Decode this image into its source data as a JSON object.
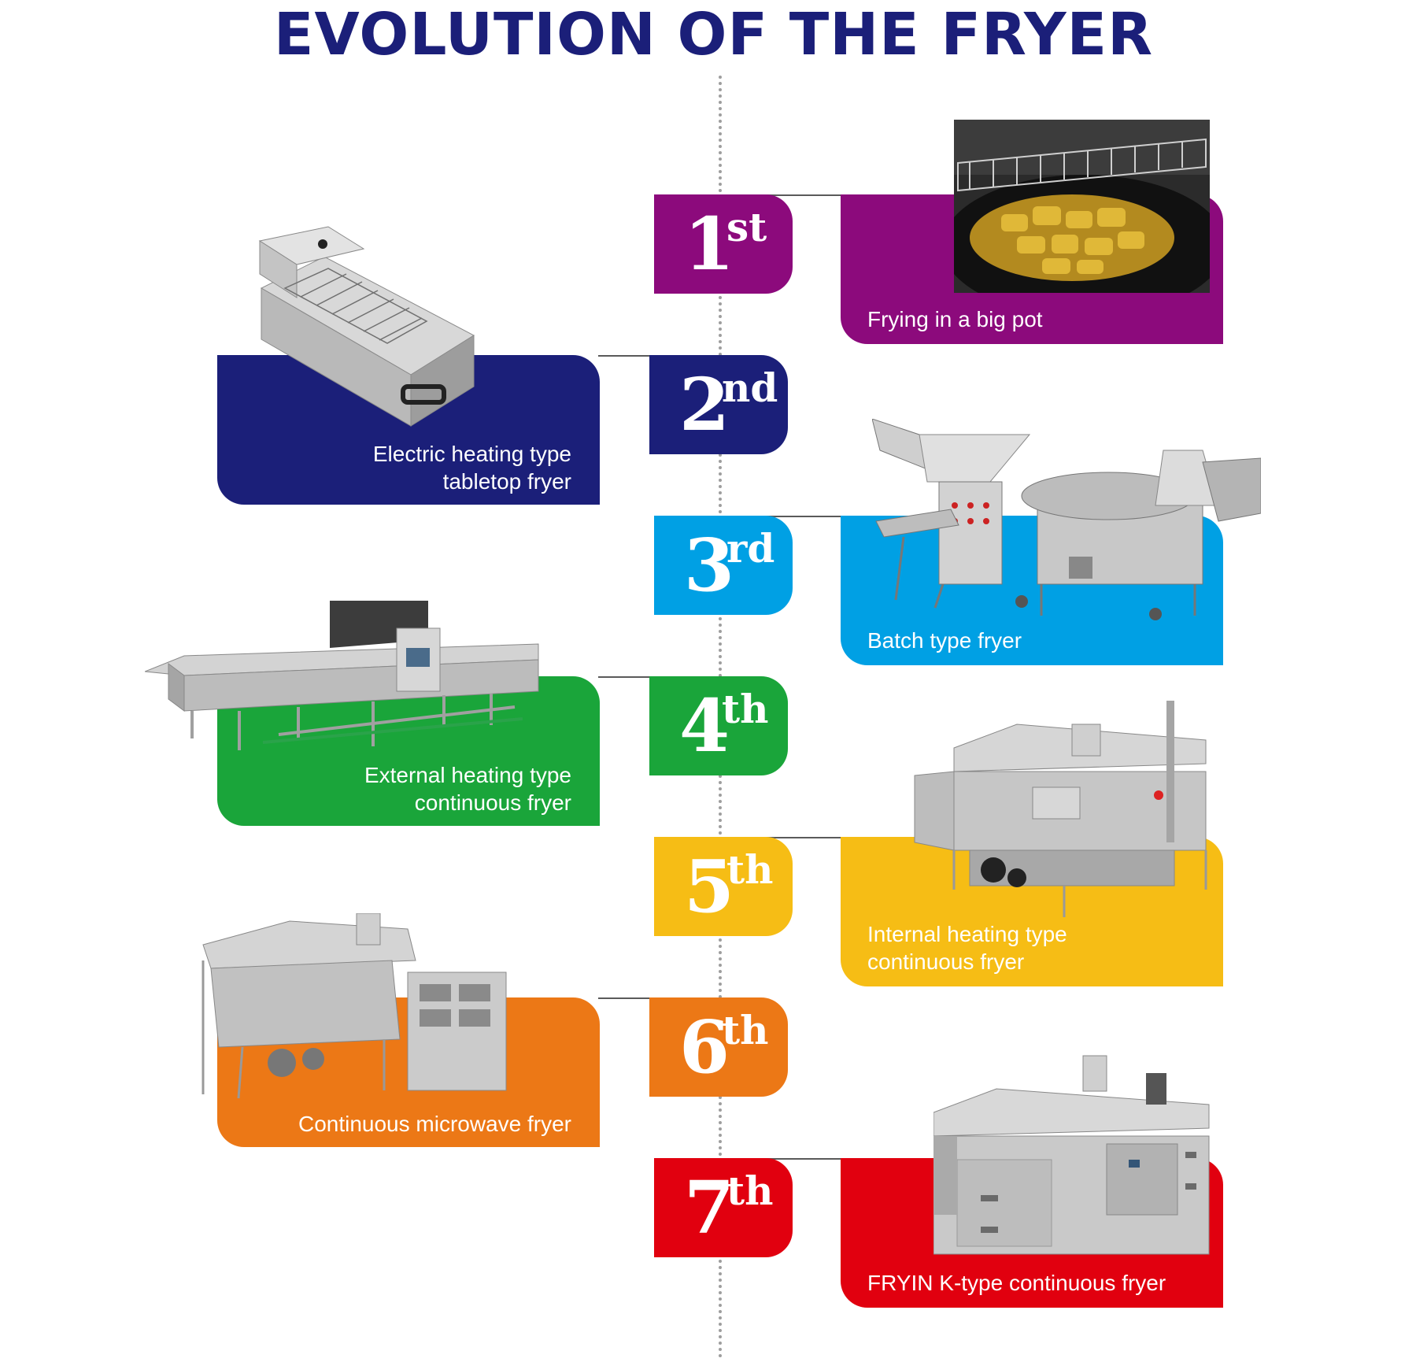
{
  "title": "EVOLUTION OF THE FRYER",
  "stages": [
    {
      "num": "1",
      "suffix": "st",
      "caption_line1": "Frying in a big pot",
      "caption_line2": "",
      "color": "#8c0a7c",
      "image": "pot-fryer-photo"
    },
    {
      "num": "2",
      "suffix": "nd",
      "caption_line1": "Electric heating type",
      "caption_line2": "tabletop fryer",
      "color": "#1b1f79",
      "image": "tabletop-fryer-photo"
    },
    {
      "num": "3",
      "suffix": "rd",
      "caption_line1": "Batch type fryer",
      "caption_line2": "",
      "color": "#00a0e4",
      "image": "batch-fryer-photo"
    },
    {
      "num": "4",
      "suffix": "th",
      "caption_line1": "External heating type",
      "caption_line2": "continuous fryer",
      "color": "#1aa53a",
      "image": "external-continuous-fryer-photo"
    },
    {
      "num": "5",
      "suffix": "th",
      "caption_line1": "Internal heating type",
      "caption_line2": "continuous fryer",
      "color": "#f6bd15",
      "image": "internal-continuous-fryer-photo"
    },
    {
      "num": "6",
      "suffix": "th",
      "caption_line1": "Continuous microwave fryer",
      "caption_line2": "",
      "color": "#ec7816",
      "image": "microwave-fryer-photo"
    },
    {
      "num": "7",
      "suffix": "th",
      "caption_line1": "FRYIN K-type continuous fryer",
      "caption_line2": "",
      "color": "#e1000f",
      "image": "k-type-fryer-photo"
    }
  ]
}
